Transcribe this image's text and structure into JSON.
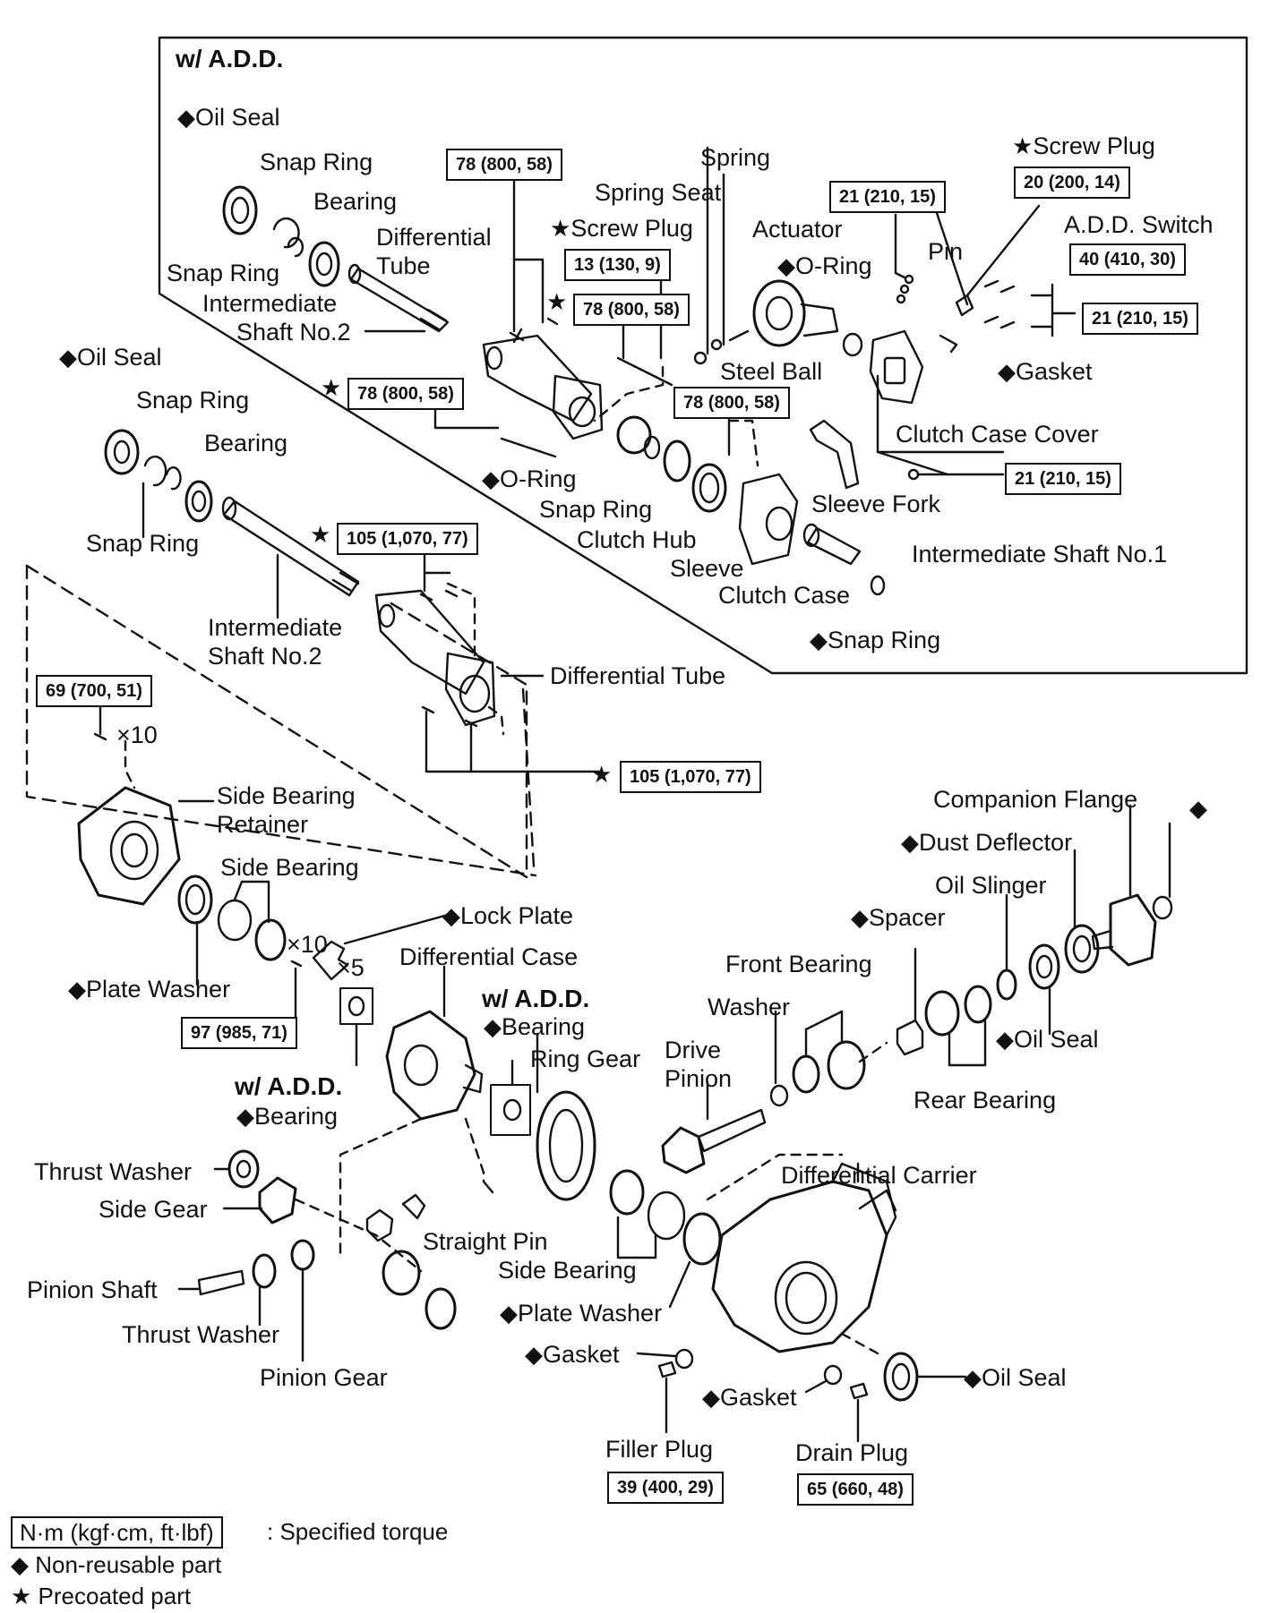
{
  "top_box": {
    "header": "w/  A.D.D."
  },
  "symbols": {
    "diamond": "◆",
    "star": "★"
  },
  "labels": {
    "oil_seal_1": "Oil Seal",
    "snap_ring_1": "Snap Ring",
    "bearing_1": "Bearing",
    "snap_ring_2": "Snap Ring",
    "intermediate_shaft_no2_a": "Intermediate",
    "intermediate_shaft_no2_b": "Shaft No.2",
    "differential_tube_a": "Differential",
    "differential_tube_b": "Tube",
    "screw_plug_1": "Screw Plug",
    "spring_seat": "Spring Seat",
    "spring": "Spring",
    "actuator": "Actuator",
    "o_ring_1": "O-Ring",
    "pin": "Pin",
    "screw_plug_2": "Screw Plug",
    "add_switch": "A.D.D. Switch",
    "gasket_1": "Gasket",
    "steel_ball": "Steel Ball",
    "clutch_case_cover": "Clutch Case Cover",
    "o_ring_2": "O-Ring",
    "snap_ring_3": "Snap Ring",
    "clutch_hub": "Clutch Hub",
    "sleeve": "Sleeve",
    "sleeve_fork": "Sleeve Fork",
    "clutch_case": "Clutch Case",
    "intermediate_shaft_no1": "Intermediate Shaft No.1",
    "snap_ring_4": "Snap Ring",
    "oil_seal_2": "Oil Seal",
    "snap_ring_5": "Snap Ring",
    "bearing_2": "Bearing",
    "snap_ring_6": "Snap Ring",
    "intermediate_shaft_no2_2a": "Intermediate",
    "intermediate_shaft_no2_2b": "Shaft No.2",
    "differential_tube_2": "Differential Tube",
    "x10_a": "×10",
    "side_bearing_retainer_a": "Side Bearing",
    "side_bearing_retainer_b": "Retainer",
    "side_bearing_1": "Side Bearing",
    "x10_b": "×10",
    "plate_washer_1": "Plate Washer",
    "lock_plate": "Lock Plate",
    "x5": "×5",
    "differential_case": "Differential Case",
    "w_add_1": "w/  A.D.D.",
    "bearing_3": "Bearing",
    "w_add_2": "w/  A.D.D.",
    "bearing_4": "Bearing",
    "ring_gear": "Ring Gear",
    "drive_pinion_a": "Drive",
    "drive_pinion_b": "Pinion",
    "washer": "Washer",
    "front_bearing": "Front Bearing",
    "spacer": "Spacer",
    "oil_slinger": "Oil Slinger",
    "dust_deflector": "Dust Deflector",
    "companion_flange": "Companion Flange",
    "oil_seal_3": "Oil Seal",
    "rear_bearing": "Rear Bearing",
    "thrust_washer_1": "Thrust Washer",
    "side_gear": "Side Gear",
    "pinion_shaft": "Pinion Shaft",
    "thrust_washer_2": "Thrust Washer",
    "pinion_gear": "Pinion Gear",
    "straight_pin": "Straight Pin",
    "side_bearing_2": "Side Bearing",
    "plate_washer_2": "Plate Washer",
    "gasket_2": "Gasket",
    "gasket_3": "Gasket",
    "filler_plug": "Filler Plug",
    "drain_plug": "Drain Plug",
    "differential_carrier": "Differential Carrier",
    "oil_seal_4": "Oil Seal"
  },
  "torques": {
    "t78_a": "78 (800, 58)",
    "t13": "13 (130, 9)",
    "t78_b": "78 (800, 58)",
    "t21_a": "21 (210, 15)",
    "t20": "20 (200, 14)",
    "t40": "40 (410, 30)",
    "t21_b": "21 (210, 15)",
    "t78_c": "78 (800, 58)",
    "t78_d": "78 (800, 58)",
    "t21_c": "21 (210, 15)",
    "t105_a": "105 (1,070, 77)",
    "t69": "69 (700, 51)",
    "t105_b": "105 (1,070, 77)",
    "t97": "97 (985, 71)",
    "t39": "39 (400, 29)",
    "t65": "65 (660, 48)"
  },
  "legend": {
    "unit_box": "N·m (kgf·cm, ft·lbf)",
    "unit_text": ": Specified torque",
    "non_reusable": "Non-reusable part",
    "precoated": "Precoated part"
  }
}
